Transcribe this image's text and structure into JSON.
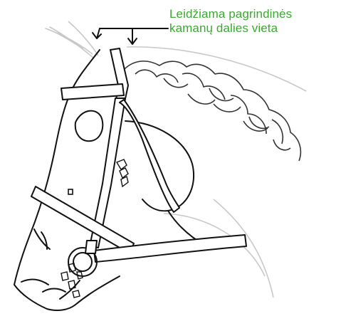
{
  "annotation": {
    "line1": "Leidžiama pagrindinės",
    "line2": "kamanų dalies vieta",
    "color": "#3aa832"
  },
  "icons": {
    "horse": "horse-head-illustration",
    "bridle": "bridle-straps-illustration",
    "pointer": "down-arrow-icon"
  }
}
